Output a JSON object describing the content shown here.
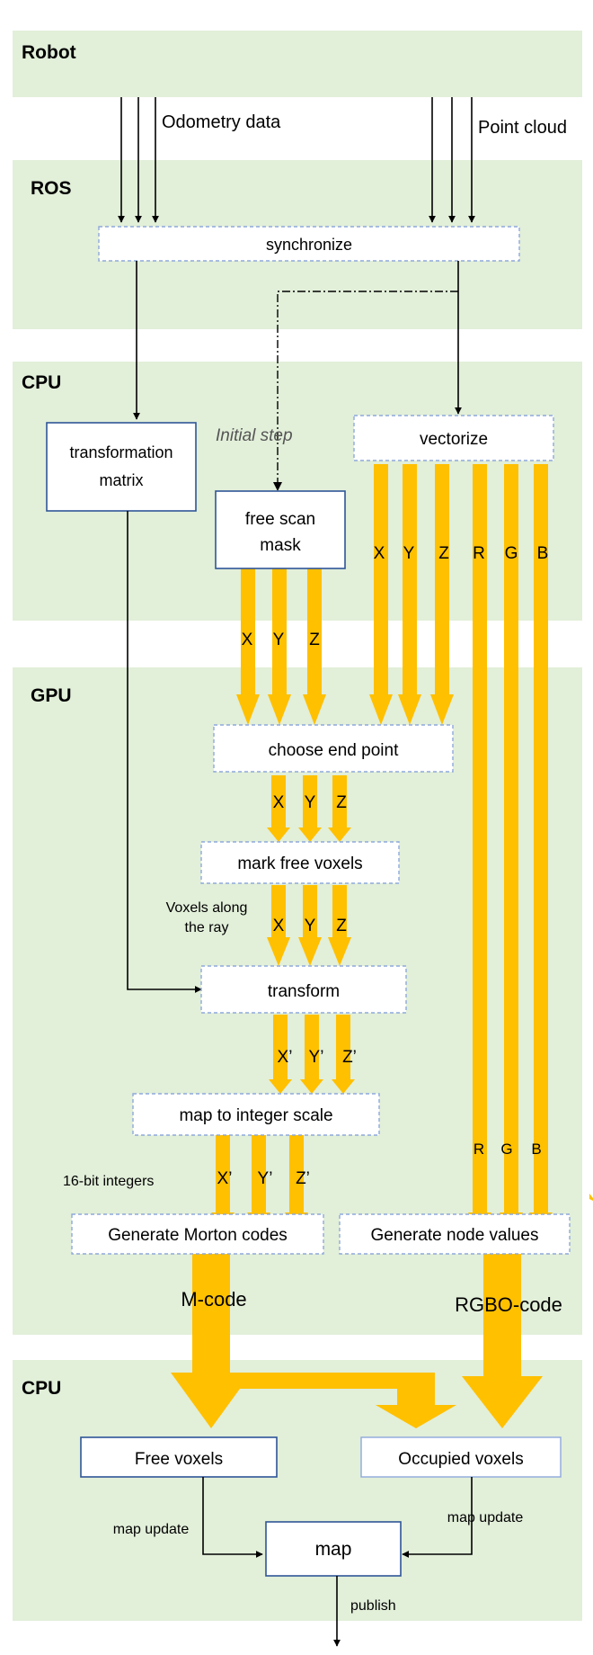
{
  "bands": {
    "robot": "Robot",
    "ros": "ROS",
    "cpu_top": "CPU",
    "gpu": "GPU",
    "cpu_bottom": "CPU"
  },
  "inputs": {
    "odometry": "Odometry data",
    "point_cloud": "Point cloud"
  },
  "nodes": {
    "synchronize": "synchronize",
    "transformation_matrix_1": "transformation",
    "transformation_matrix_2": "matrix",
    "vectorize": "vectorize",
    "free_scan_mask_1": "free scan",
    "free_scan_mask_2": "mask",
    "choose_end_point": "choose end point",
    "mark_free_voxels": "mark free voxels",
    "transform": "transform",
    "map_to_integer_scale": "map to integer scale",
    "generate_morton_codes": "Generate Morton codes",
    "generate_node_values": "Generate node values",
    "free_voxels": "Free voxels",
    "occupied_voxels": "Occupied voxels",
    "map": "map"
  },
  "annotations": {
    "initial_step": "Initial step",
    "voxels_along_1": "Voxels along",
    "voxels_along_2": "the ray",
    "sixteen_bit": "16-bit integers",
    "m_code": "M-code",
    "rgbo_code": "RGBO-code",
    "map_update_left": "map update",
    "map_update_right": "map update",
    "publish": "publish"
  },
  "channels": {
    "x": "X",
    "y": "Y",
    "z": "Z",
    "r": "R",
    "g": "G",
    "b": "B",
    "xp": "X’",
    "yp": "Y’",
    "zp": "Z’"
  },
  "colors": {
    "band": "#e2efd9",
    "flow": "#ffc000",
    "node_border": "#2f5597",
    "dashed_border": "#8ea9db",
    "text": "#000000"
  }
}
